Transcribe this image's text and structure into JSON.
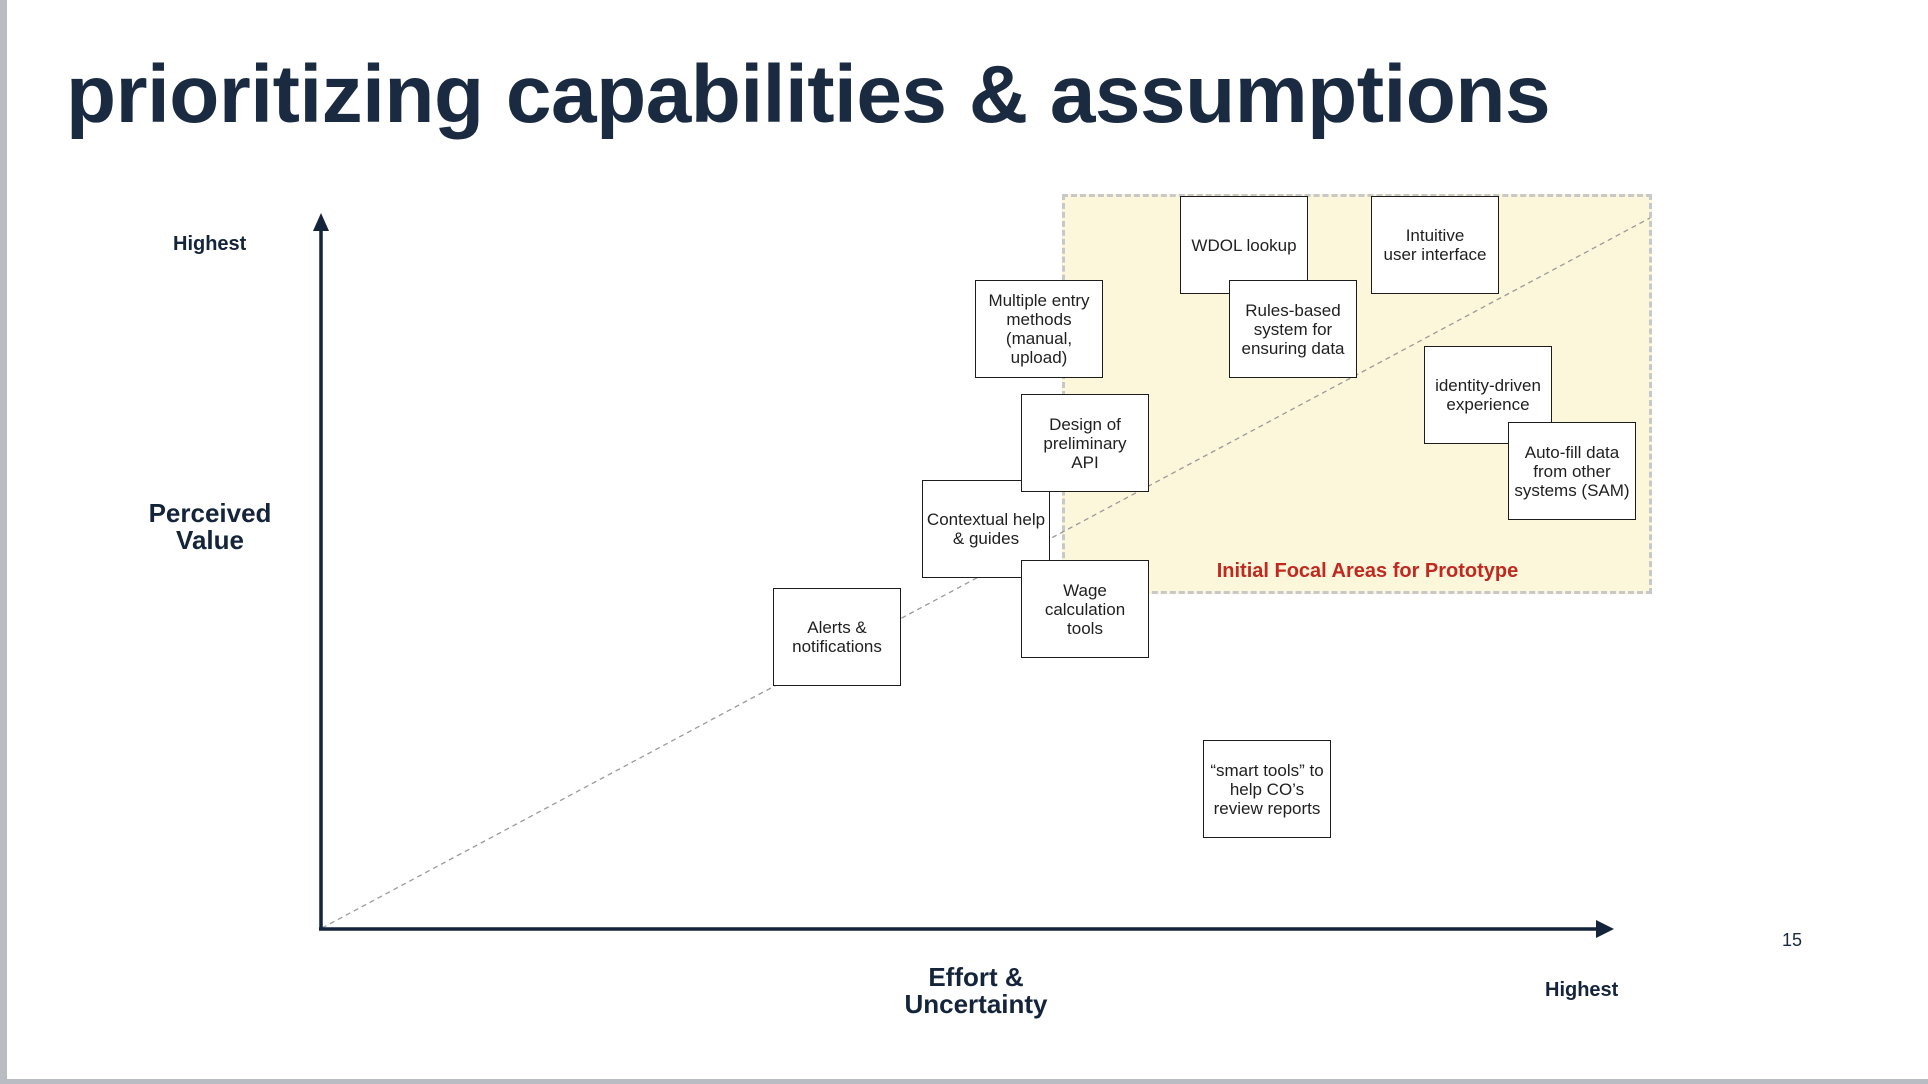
{
  "slide": {
    "title": "prioritizing capabilities & assumptions",
    "page_number": "15"
  },
  "axes": {
    "y_high_label": "Highest",
    "y_label": "Perceived Value",
    "x_label": "Effort & Uncertainty",
    "x_high_label": "Highest"
  },
  "focal_area": {
    "label": "Initial Focal Areas for Prototype"
  },
  "items": {
    "wdol": "WDOL lookup",
    "intuitive": "Intuitive\nuser interface",
    "multiple_entry": "Multiple entry\nmethods\n(manual,\nupload)",
    "rules_based": "Rules-based\nsystem for\nensuring data",
    "identity": "identity-driven\nexperience",
    "autofill": "Auto-fill data\nfrom other\nsystems (SAM)",
    "api": "Design of\npreliminary\nAPI",
    "contextual": "Contextual help\n& guides",
    "wage": "Wage\ncalculation\ntools",
    "alerts": "Alerts &\nnotifications",
    "smart_tools": "“smart tools” to\nhelp CO’s\nreview reports"
  },
  "colors": {
    "axis": "#14243b",
    "focal_fill": "#fcf6da",
    "focal_border": "#c8c8c8",
    "focal_label": "#c0291f",
    "diagonal": "#9a9a9a"
  }
}
